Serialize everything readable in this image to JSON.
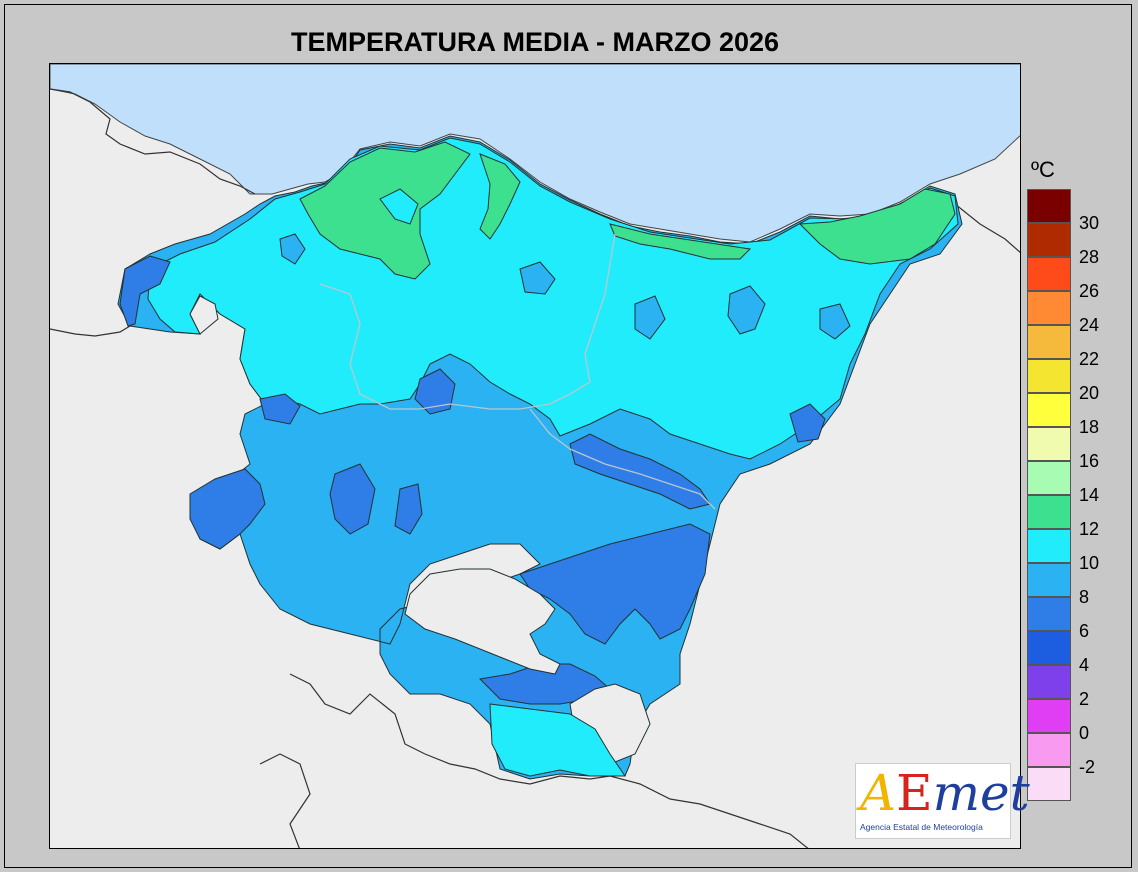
{
  "title": "TEMPERATURA MEDIA - MARZO 2026",
  "legend": {
    "unit": "ºC",
    "bins": [
      {
        "label": "30",
        "color": "#7a0000"
      },
      {
        "label": "28",
        "color": "#b02a00"
      },
      {
        "label": "26",
        "color": "#ff4a1a"
      },
      {
        "label": "24",
        "color": "#ff8a33"
      },
      {
        "label": "22",
        "color": "#f5b93b"
      },
      {
        "label": "20",
        "color": "#f4e530"
      },
      {
        "label": "18",
        "color": "#ffff3c"
      },
      {
        "label": "16",
        "color": "#f0fbb0"
      },
      {
        "label": "14",
        "color": "#a8fbb2"
      },
      {
        "label": "12",
        "color": "#3de08f"
      },
      {
        "label": "10",
        "color": "#21ecfb"
      },
      {
        "label": "8",
        "color": "#2bb2f2"
      },
      {
        "label": "6",
        "color": "#2f7de6"
      },
      {
        "label": "4",
        "color": "#1d5ee0"
      },
      {
        "label": "2",
        "color": "#7e40ea"
      },
      {
        "label": "0",
        "color": "#df3ef4"
      },
      {
        "label": "-2",
        "color": "#f79af0"
      },
      {
        "label": "",
        "color": "#fbdcf6"
      }
    ]
  },
  "map": {
    "sea_color": "#bfdffa",
    "land_outside_color": "#ededed",
    "icon": "temperature-map"
  },
  "logo": {
    "a": "A",
    "e": "E",
    "rest": "met",
    "tagline": "Agencia Estatal de Meteorología"
  }
}
